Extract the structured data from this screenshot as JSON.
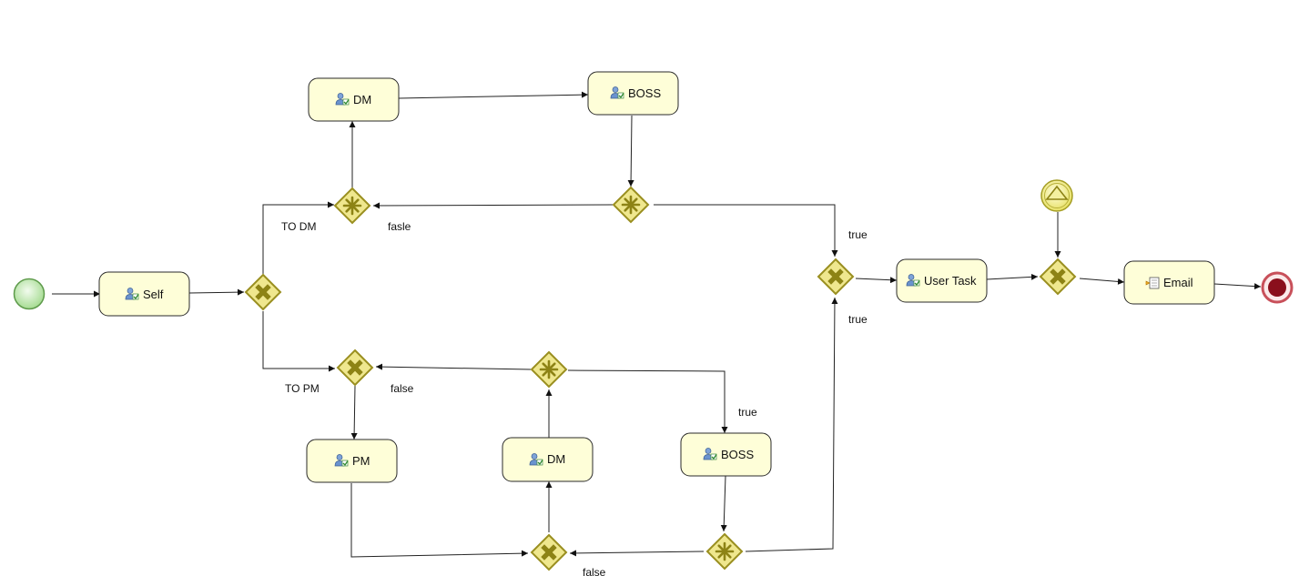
{
  "tasks": [
    {
      "id": "self",
      "label": "Self",
      "kind": "user"
    },
    {
      "id": "dm_top",
      "label": "DM",
      "kind": "user"
    },
    {
      "id": "boss_top",
      "label": "BOSS",
      "kind": "user"
    },
    {
      "id": "pm",
      "label": "PM",
      "kind": "user"
    },
    {
      "id": "dm_bottom",
      "label": "DM",
      "kind": "user"
    },
    {
      "id": "boss_bottom",
      "label": "BOSS",
      "kind": "user"
    },
    {
      "id": "user_task",
      "label": "User Task",
      "kind": "user"
    },
    {
      "id": "email",
      "label": "Email",
      "kind": "mail"
    }
  ],
  "gateways": [
    {
      "id": "gw_split",
      "type": "exclusive"
    },
    {
      "id": "gw_dm_join",
      "type": "exclusive"
    },
    {
      "id": "gw_top_complex",
      "type": "complex"
    },
    {
      "id": "gw_pm_join",
      "type": "exclusive"
    },
    {
      "id": "gw_mid_complex",
      "type": "complex"
    },
    {
      "id": "gw_bottom_join",
      "type": "exclusive"
    },
    {
      "id": "gw_bottom_complex",
      "type": "complex"
    },
    {
      "id": "gw_true_join",
      "type": "exclusive"
    },
    {
      "id": "gw_final_join",
      "type": "exclusive"
    }
  ],
  "events": [
    {
      "id": "start",
      "type": "start"
    },
    {
      "id": "signal",
      "type": "signal"
    },
    {
      "id": "end",
      "type": "end"
    }
  ],
  "edge_labels": [
    {
      "id": "lbl_to_dm",
      "text": "TO DM"
    },
    {
      "id": "lbl_fasle",
      "text": "fasle"
    },
    {
      "id": "lbl_true_top",
      "text": "true"
    },
    {
      "id": "lbl_true_right",
      "text": "true"
    },
    {
      "id": "lbl_to_pm",
      "text": "TO PM"
    },
    {
      "id": "lbl_false_mid",
      "text": "false"
    },
    {
      "id": "lbl_true_mid",
      "text": "true"
    },
    {
      "id": "lbl_false_bottom",
      "text": "false"
    }
  ],
  "colors": {
    "task_fill": "#fefed8",
    "gateway_fill": "#efe78e",
    "gateway_mark": "#8d8315",
    "start_fill": "#b9e6a8",
    "signal_fill": "#f2ee7e",
    "end_ring": "#c8505a",
    "end_core": "#8a0f1c"
  }
}
